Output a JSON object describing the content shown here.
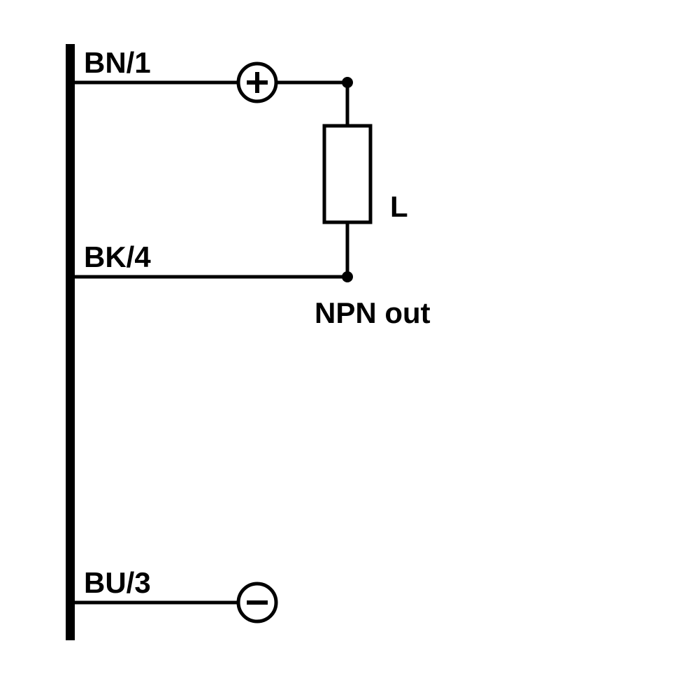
{
  "diagram": {
    "type": "sensor-wiring-diagram",
    "colors": {
      "stroke": "#000000",
      "background": "#ffffff"
    },
    "labels": {
      "wire_bn": "BN/1",
      "wire_bk": "BK/4",
      "wire_bu": "BU/3",
      "load": "L",
      "output": "NPN out"
    },
    "icons": {
      "plus_terminal": "+",
      "minus_terminal": "−"
    },
    "connections": [
      {
        "wire": "BN/1",
        "terminal": "+",
        "description": "supply positive through load L"
      },
      {
        "wire": "BK/4",
        "terminal": "NPN out",
        "description": "switching output"
      },
      {
        "wire": "BU/3",
        "terminal": "−",
        "description": "supply negative"
      }
    ]
  }
}
